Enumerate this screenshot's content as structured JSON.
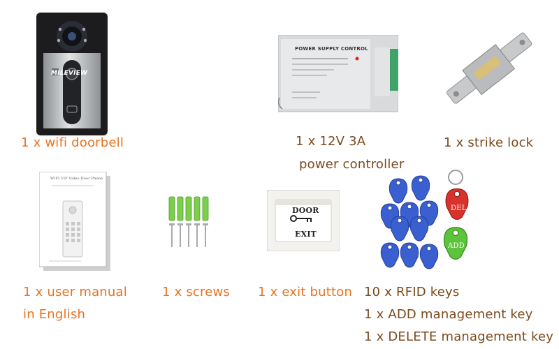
{
  "colors": {
    "caption_orange": "#e8731f",
    "caption_brown": "#7a4a1c",
    "key_blue": "#3a5fd0",
    "key_red": "#d8322a",
    "key_green": "#5cc43a"
  },
  "doorbell": {
    "brand": "MILEVIEW",
    "caption": "1 x wifi doorbell"
  },
  "power": {
    "box_title": "POWER SUPPLY CONTROL",
    "caption_line1": "1 x 12V 3A",
    "caption_line2": "power controller"
  },
  "strike": {
    "caption": "1 x strike lock"
  },
  "manual": {
    "cover_title": "WIFI VIP Video Door Phone",
    "caption_line1": "1 x user manual",
    "caption_line2": "in English"
  },
  "screws": {
    "caption": "1 x screws"
  },
  "exit": {
    "door_label": "DOOR",
    "exit_label": "EXIT",
    "caption": "1 x exit button"
  },
  "keys": {
    "del_label": "DEL",
    "add_label": "ADD",
    "caption_line1": "10 x RFID keys",
    "caption_line2": "1 x ADD management key",
    "caption_line3": "1 x DELETE management key"
  }
}
